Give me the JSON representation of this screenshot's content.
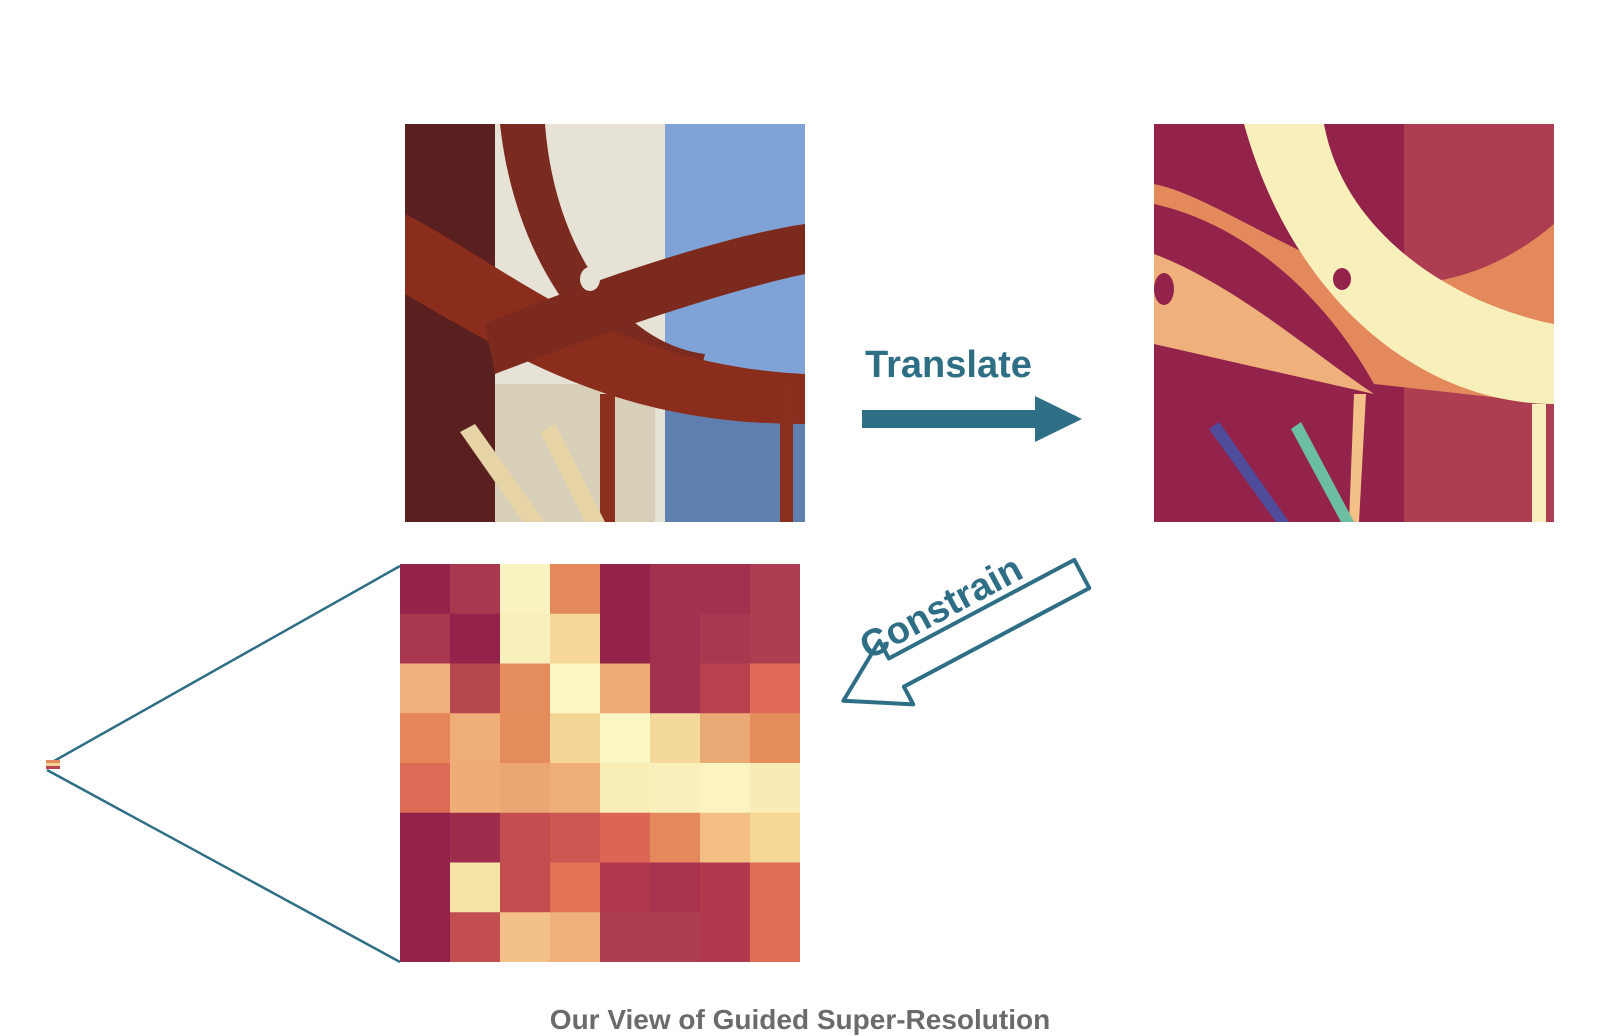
{
  "labels": {
    "translate": "Translate",
    "constrain": "Constrain"
  },
  "caption": "Our View of Guided Super-Resolution",
  "colors": {
    "arrow": "#2f6f86",
    "caption": "#6b6b6b"
  },
  "grid": {
    "rows": 8,
    "cols": 8,
    "cells": [
      [
        "#93234a",
        "#a8384f",
        "#f8f3c0",
        "#e3895c",
        "#93234a",
        "#a2314f",
        "#a2314f",
        "#ad3d50"
      ],
      [
        "#a8384f",
        "#93234a",
        "#f8f0ba",
        "#f5d79a",
        "#93234a",
        "#a2314f",
        "#a8384f",
        "#ad3d50"
      ],
      [
        "#efb07b",
        "#b7474e",
        "#e58d5d",
        "#fbf6c4",
        "#efab75",
        "#a2314f",
        "#b7414f",
        "#df6a55"
      ],
      [
        "#e68658",
        "#efae77",
        "#e58c5b",
        "#f5d596",
        "#fbf6c4",
        "#f5d99c",
        "#eba976",
        "#e58c5b"
      ],
      [
        "#dc6a55",
        "#efac77",
        "#eba671",
        "#efae78",
        "#f8edb5",
        "#f8efbb",
        "#fbf3c0",
        "#f8ebb3"
      ],
      [
        "#93234a",
        "#9e2d4d",
        "#c24e51",
        "#cd5852",
        "#db6654",
        "#e5895d",
        "#f3bf85",
        "#f5d896"
      ],
      [
        "#93234a",
        "#f6e3a6",
        "#c24e51",
        "#e27156",
        "#b1394e",
        "#a9334f",
        "#b1394e",
        "#e06e57"
      ],
      [
        "#93234a",
        "#c24e51",
        "#f3c188",
        "#efb07a",
        "#ad3d50",
        "#ad3d50",
        "#b1394e",
        "#e06e57"
      ]
    ]
  }
}
